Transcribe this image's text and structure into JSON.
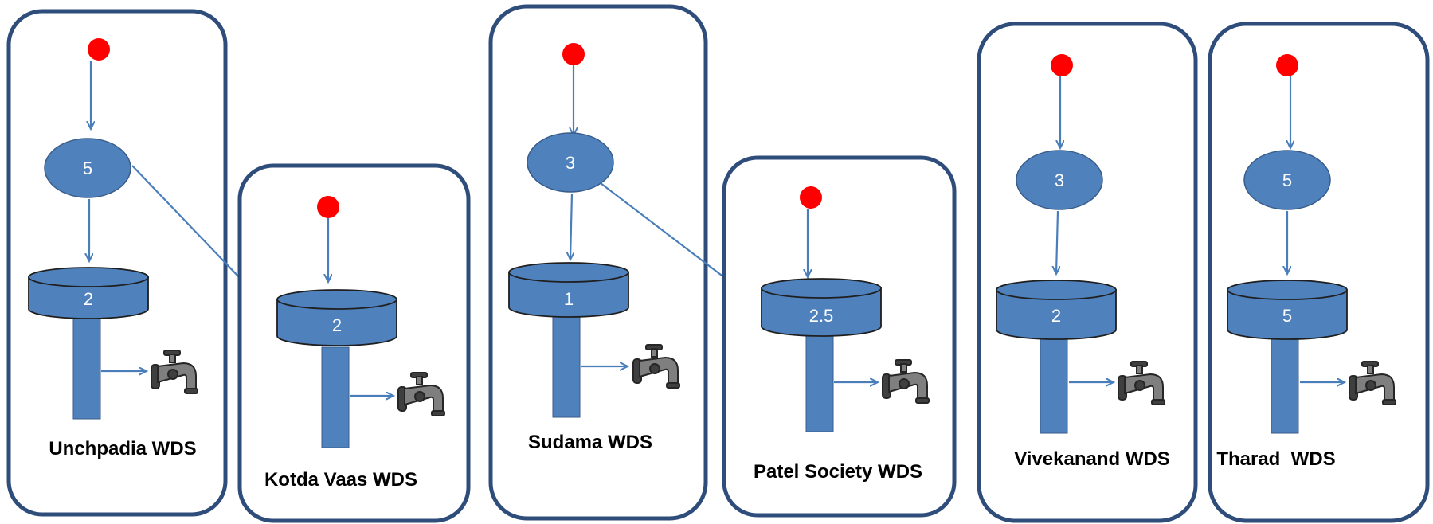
{
  "colors": {
    "box_stroke": "#2e4d7b",
    "node_fill": "#4f81bd",
    "flow_line": "#4a7ebb",
    "source_dot": "#ff0000",
    "tap": "#7f7f7f"
  },
  "icons": {
    "source": "red-dot",
    "tap": "water-tap-icon",
    "tank": "elevated-water-tank"
  },
  "systems": [
    {
      "id": "unchpadia",
      "label": "Unchpadia WDS",
      "source_node_value": "5",
      "tank_value": "2"
    },
    {
      "id": "kotda-vaas",
      "label": "Kotda Vaas WDS",
      "tank_value": "2"
    },
    {
      "id": "sudama",
      "label": "Sudama WDS",
      "source_node_value": "3",
      "tank_value": "1"
    },
    {
      "id": "patel-society",
      "label": "Patel Society WDS",
      "tank_value": "2.5"
    },
    {
      "id": "vivekanand",
      "label": "Vivekanand WDS",
      "source_node_value": "3",
      "tank_value": "2"
    },
    {
      "id": "tharad",
      "label": "Tharad  WDS",
      "source_node_value": "5",
      "tank_value": "5"
    }
  ]
}
